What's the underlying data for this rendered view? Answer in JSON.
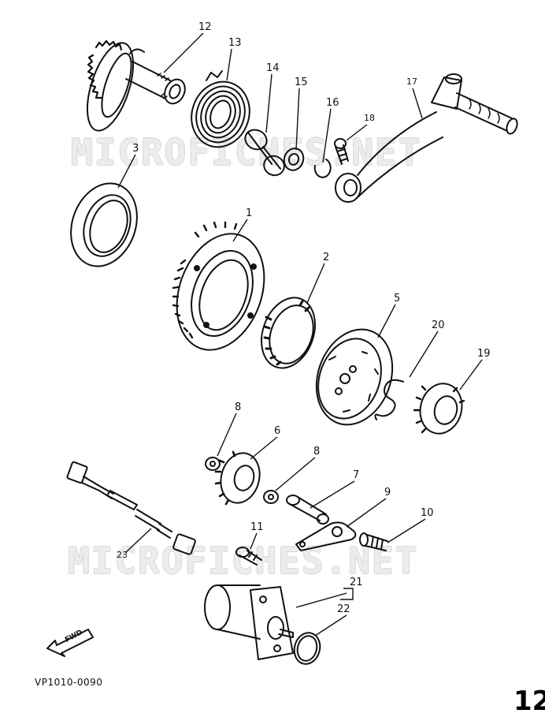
{
  "diagram": {
    "watermark_text": "MICROFICHES.NET",
    "drawing_code": "VP1010-0090",
    "fwd_label": "FWD",
    "corner_text": "12",
    "callouts": [
      {
        "id": "12",
        "label": "12"
      },
      {
        "id": "13",
        "label": "13"
      },
      {
        "id": "14",
        "label": "14"
      },
      {
        "id": "15",
        "label": "15"
      },
      {
        "id": "16",
        "label": "16"
      },
      {
        "id": "17",
        "label": "17"
      },
      {
        "id": "18",
        "label": "18"
      },
      {
        "id": "3",
        "label": "3"
      },
      {
        "id": "1",
        "label": "1"
      },
      {
        "id": "2",
        "label": "2"
      },
      {
        "id": "5",
        "label": "5"
      },
      {
        "id": "20",
        "label": "20"
      },
      {
        "id": "19",
        "label": "19"
      },
      {
        "id": "8a",
        "label": "8"
      },
      {
        "id": "6",
        "label": "6"
      },
      {
        "id": "8b",
        "label": "8"
      },
      {
        "id": "7",
        "label": "7"
      },
      {
        "id": "9",
        "label": "9"
      },
      {
        "id": "10",
        "label": "10"
      },
      {
        "id": "11",
        "label": "11"
      },
      {
        "id": "23",
        "label": "23"
      },
      {
        "id": "21",
        "label": "21"
      },
      {
        "id": "22",
        "label": "22"
      }
    ]
  }
}
